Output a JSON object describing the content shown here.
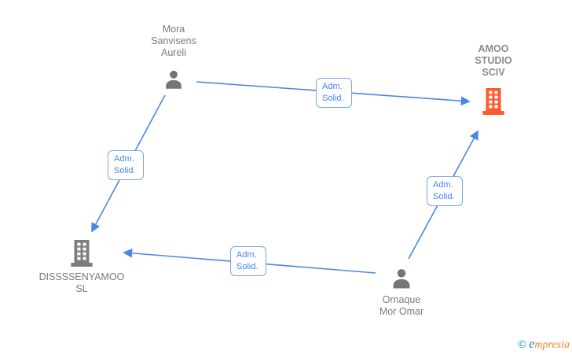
{
  "diagram": {
    "nodes": [
      {
        "id": "mora-sanvisens-aureli",
        "type": "person",
        "name": "Mora Sanvisens Aureli",
        "lines": [
          "Mora",
          "Sanvisens",
          "Aureli"
        ]
      },
      {
        "id": "amoo-studio-sciv",
        "type": "company",
        "name": "AMOO STUDIO SCIV",
        "lines": [
          "AMOO",
          "STUDIO",
          "SCIV"
        ],
        "highlighted": true
      },
      {
        "id": "dissssenyamoo-sl",
        "type": "company",
        "name": "DISSSSENYAMOO SL",
        "lines": [
          "DISSSSENYAMOO",
          "SL"
        ],
        "highlighted": false
      },
      {
        "id": "ornaque-mor-omar",
        "type": "person",
        "name": "Ornaque Mor Omar",
        "lines": [
          "Ornaque",
          "Mor Omar"
        ]
      }
    ],
    "edges": [
      {
        "from": "Mora Sanvisens Aureli",
        "to": "AMOO STUDIO SCIV",
        "label": "Adm. Solid.",
        "lines": [
          "Adm.",
          "Solid."
        ]
      },
      {
        "from": "Mora Sanvisens Aureli",
        "to": "DISSSSENYAMOO SL",
        "label": "Adm. Solid.",
        "lines": [
          "Adm.",
          "Solid."
        ]
      },
      {
        "from": "Ornaque Mor Omar",
        "to": "DISSSSENYAMOO SL",
        "label": "Adm. Solid.",
        "lines": [
          "Adm.",
          "Solid."
        ]
      },
      {
        "from": "Ornaque Mor Omar",
        "to": "AMOO STUDIO SCIV",
        "label": "Adm. Solid.",
        "lines": [
          "Adm.",
          "Solid."
        ]
      }
    ],
    "colors": {
      "edge": "#4a86e8",
      "edge_label_text": "#4285f4",
      "edge_label_border": "#7aa7e0",
      "person_icon": "#757575",
      "company_icon_default": "#7d7d7d",
      "company_icon_highlight": "#fa5b2d",
      "node_text": "#7b7b7b"
    }
  },
  "watermark": {
    "copyright": "©",
    "brand_initial": "e",
    "brand_rest": "mpresia"
  }
}
